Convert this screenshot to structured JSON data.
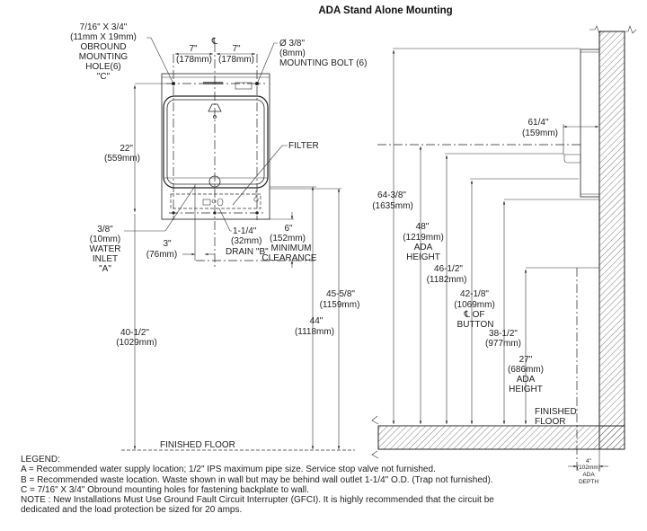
{
  "title": "ADA Stand Alone Mounting",
  "front_view": {
    "obround_hole": [
      "7/16\" X 3/4\"",
      "(11mm X 19mm)",
      "OBROUND",
      "MOUNTING",
      "HOLE(6)",
      "\"C\""
    ],
    "centerline_symbol": "℄",
    "left_offset": [
      "7\"",
      "(178mm)"
    ],
    "right_offset": [
      "7\"",
      "(178mm)"
    ],
    "mounting_bolt": [
      "Ø 3/8\"",
      "(8mm)",
      "MOUNTING BOLT (6)"
    ],
    "unit_height": [
      "22\"",
      "(559mm)"
    ],
    "filter": "FILTER",
    "water_inlet": [
      "3/8\"",
      "(10mm)",
      "WATER",
      "INLET",
      "\"A\""
    ],
    "inlet_offset": [
      "3\"",
      "(76mm)"
    ],
    "drain": [
      "1-1/4\"",
      "(32mm)",
      "DRAIN \"B\""
    ],
    "min_clearance": [
      "6\"",
      "(152mm)",
      "MINIMUM",
      "CLEARANCE"
    ],
    "height_inlet": [
      "40-1/2\"",
      "(1029mm)"
    ],
    "height_drain": [
      "44\"",
      "(1118mm)"
    ],
    "height_clearance": [
      "45-5/8\"",
      "(1159mm)"
    ],
    "floor_label": "FINISHED FLOOR"
  },
  "side_view": {
    "projection": [
      "61/4\"",
      "(159mm)"
    ],
    "overall_height": [
      "64-3/8\"",
      "(1635mm)"
    ],
    "ada_height_48": [
      "48\"",
      "(1219mm)",
      "ADA",
      "HEIGHT"
    ],
    "height_46": [
      "46-1/2\"",
      "(1182mm)"
    ],
    "button_height": [
      "42-1/8\"",
      "(1069mm)",
      "℄ OF",
      "BUTTON"
    ],
    "height_38": [
      "38-1/2\"",
      "(977mm)"
    ],
    "ada_height_27": [
      "27\"",
      "(686mm)",
      "ADA",
      "HEIGHT"
    ],
    "floor_label": [
      "FINISHED",
      "FLOOR"
    ],
    "ada_depth": [
      "4\"",
      "(102mm)",
      "ADA",
      "DEPTH"
    ]
  },
  "legend": {
    "heading": "LEGEND:",
    "items": [
      "A = Recommended water supply location; 1/2\" IPS maximum pipe size. Service stop valve not furnished.",
      "B = Recommended waste location. Waste shown in wall but may be behind wall outlet 1-1/4\" O.D. (Trap not furnished).",
      "C = 7/16\" X 3/4\" Obround mounting holes for fastening backplate to wall.",
      "NOTE : New Installations Must Use Ground Fault Circuit Interrupter (GFCI). It is highly recommended that the circuit be",
      "dedicated and the load protection be sized for 20 amps."
    ]
  }
}
